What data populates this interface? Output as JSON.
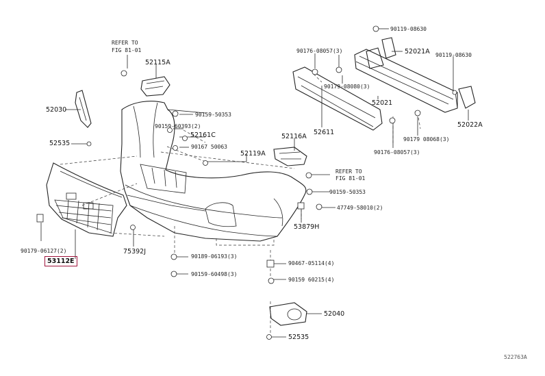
{
  "diagram": {
    "labels": [
      {
        "id": "ref-fig-top-1",
        "text": "REFER TO"
      },
      {
        "id": "ref-fig-top-2",
        "text": "FIG 81-01"
      },
      {
        "id": "p52115a",
        "text": "52115A"
      },
      {
        "id": "p52030",
        "text": "52030"
      },
      {
        "id": "p52535a",
        "text": "52535"
      },
      {
        "id": "p90159_50353a",
        "text": "90159-50353"
      },
      {
        "id": "p90159_60393",
        "text": "90159-60393(2)"
      },
      {
        "id": "p52161c",
        "text": "52161C"
      },
      {
        "id": "p90167_50063",
        "text": "90167 50063"
      },
      {
        "id": "p52119a",
        "text": "52119A"
      },
      {
        "id": "p52116a",
        "text": "52116A"
      },
      {
        "id": "ref-fig-right-1",
        "text": "REFER TO"
      },
      {
        "id": "ref-fig-right-2",
        "text": "FIG 81-01"
      },
      {
        "id": "p90159_50353b",
        "text": "90159-50353"
      },
      {
        "id": "p47749",
        "text": "47749-58010(2)"
      },
      {
        "id": "p53879h",
        "text": "53879H"
      },
      {
        "id": "p90179_06127",
        "text": "90179-06127(2)"
      },
      {
        "id": "p53112e",
        "text": "53112E"
      },
      {
        "id": "p75392j",
        "text": "75392J"
      },
      {
        "id": "p90189_06193",
        "text": "90189-06193(3)"
      },
      {
        "id": "p90159_60498",
        "text": "90159-60498(3)"
      },
      {
        "id": "p90467",
        "text": "90467-05114(4)"
      },
      {
        "id": "p90159_60215",
        "text": "90159 60215(4)"
      },
      {
        "id": "p52040",
        "text": "52040"
      },
      {
        "id": "p52535b",
        "text": "52535"
      },
      {
        "id": "p90119_08630a",
        "text": "90119-08630"
      },
      {
        "id": "p90176_08057a",
        "text": "90176-08057(3)"
      },
      {
        "id": "p52021a",
        "text": "52021A"
      },
      {
        "id": "p90119_08630b",
        "text": "90119-08630"
      },
      {
        "id": "p90179_08080",
        "text": "90179-08080(3)"
      },
      {
        "id": "p52021",
        "text": "52021"
      },
      {
        "id": "p52611",
        "text": "52611"
      },
      {
        "id": "p52022a",
        "text": "52022A"
      },
      {
        "id": "p90179_08068",
        "text": "90179 08068(3)"
      },
      {
        "id": "p90176_08057b",
        "text": "90176-08057(3)"
      }
    ],
    "figure_code": "522763A",
    "highlight_color": "#a0143c"
  }
}
